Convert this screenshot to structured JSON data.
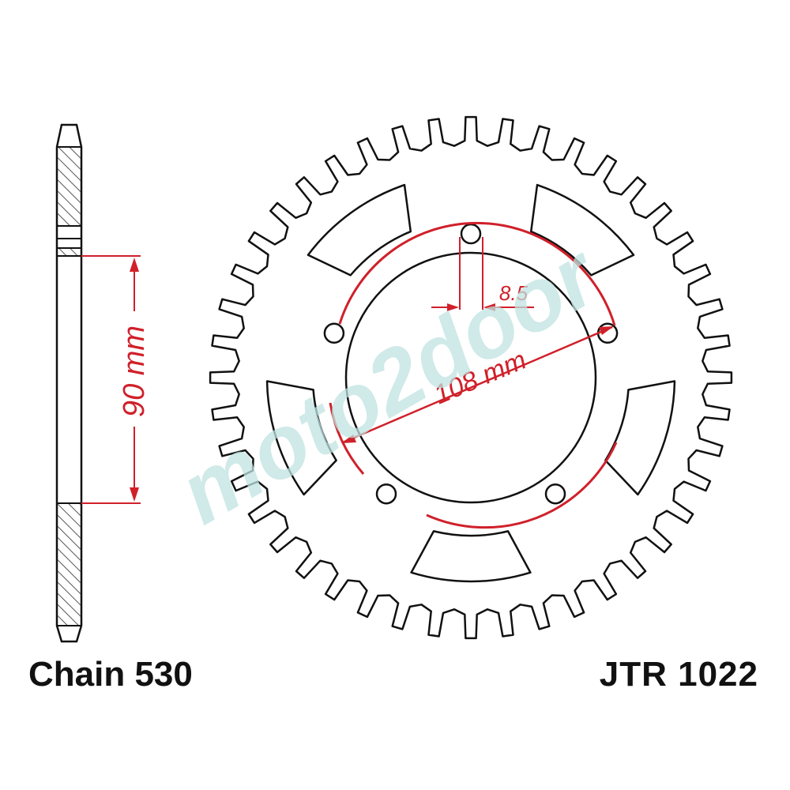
{
  "labels": {
    "chain": "Chain 530",
    "part_number": "JTR 1022"
  },
  "dimensions": {
    "hub_height": "90 mm",
    "bolt_circle": "108 mm",
    "bolt_hole": "8.5"
  },
  "watermark": {
    "text": "moto2door"
  },
  "colors": {
    "outline": "#111111",
    "dimension": "#d0202a",
    "watermark": "#bfe3e0",
    "hatch": "#555555"
  }
}
